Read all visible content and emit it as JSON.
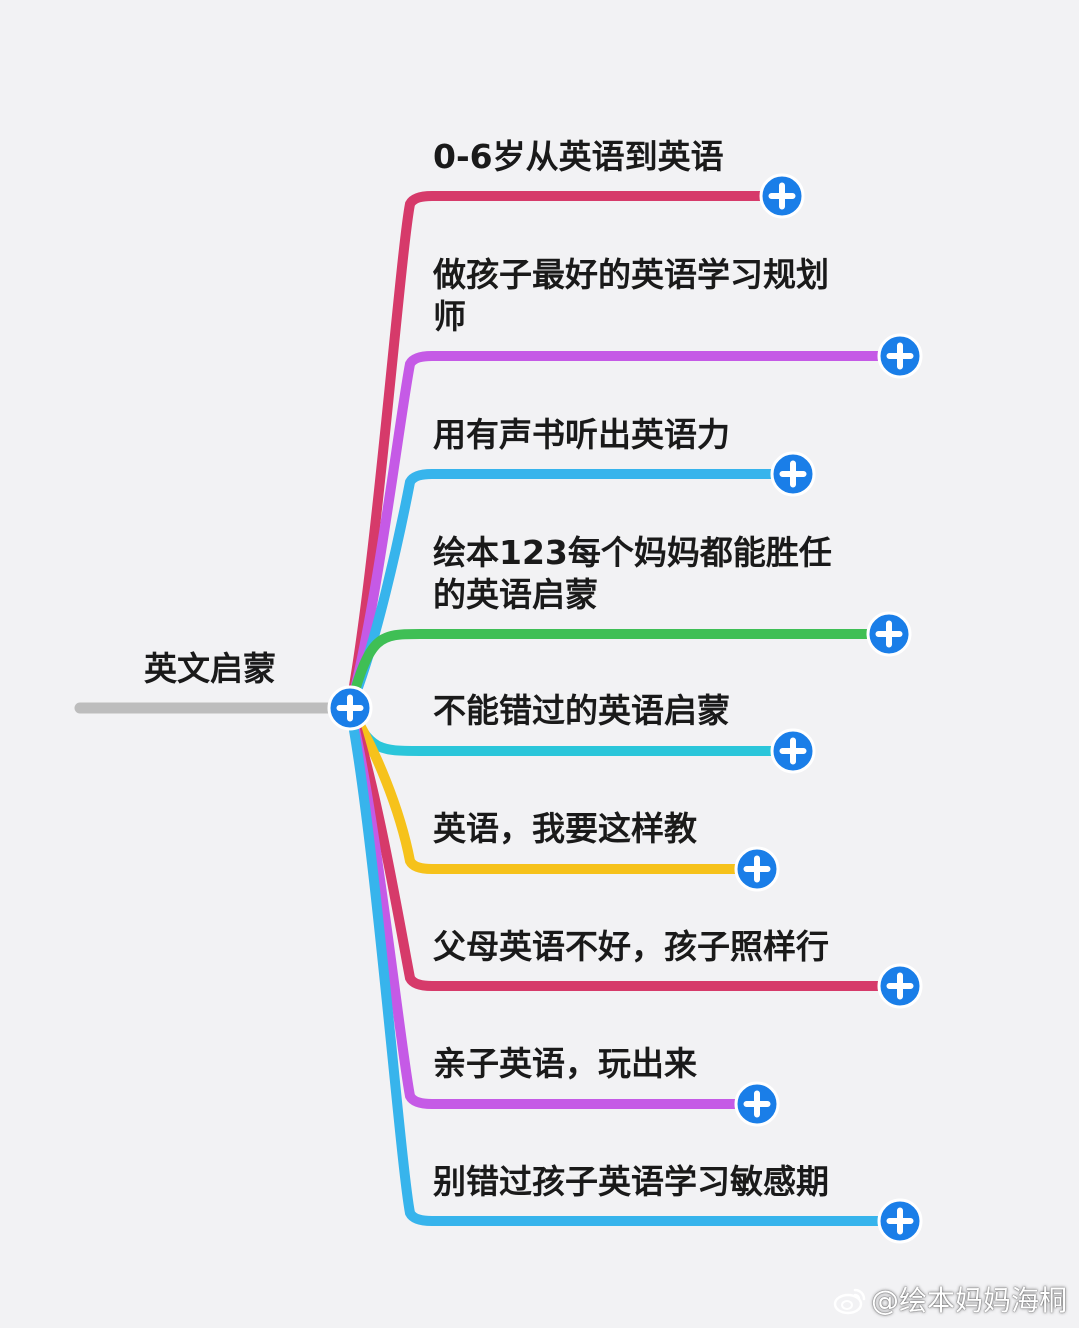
{
  "root": {
    "label": "英文启蒙",
    "line_color": "#bdbdbd"
  },
  "node_button_color": "#1a7ee8",
  "branches": [
    {
      "label": "0-6岁从英语到英语",
      "color": "#d63a6a"
    },
    {
      "label": "做孩子最好的英语学习规划",
      "label_line2": "师",
      "color": "#c55ae6"
    },
    {
      "label": "用有声书听出英语力",
      "color": "#37b4ec"
    },
    {
      "label": "绘本123每个妈妈都能胜任",
      "label_line2": "的英语启蒙",
      "color": "#3fbf55"
    },
    {
      "label": "不能错过的英语启蒙",
      "color": "#2bc6da"
    },
    {
      "label": "英语，我要这样教",
      "color": "#f6c21b"
    },
    {
      "label": "父母英语不好，孩子照样行",
      "color": "#d63a6a"
    },
    {
      "label": "亲子英语，玩出来",
      "color": "#c55ae6"
    },
    {
      "label": "别错过孩子英语学习敏感期",
      "color": "#37b4ec"
    }
  ],
  "watermark": {
    "icon": "weibo-icon",
    "text": "@绘本妈妈海桐"
  }
}
